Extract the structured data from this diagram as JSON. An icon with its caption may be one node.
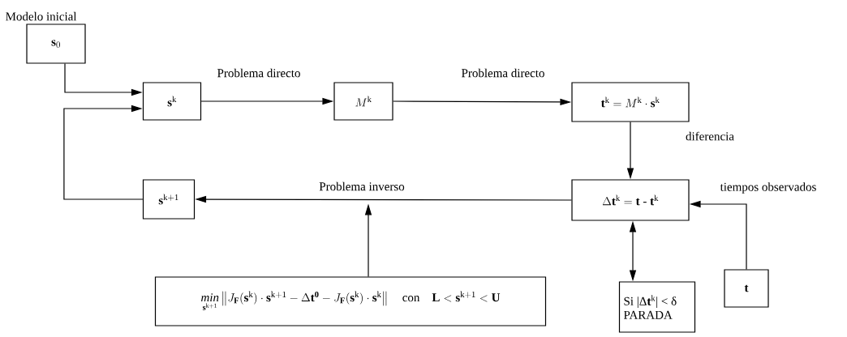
{
  "diagram": {
    "nodes": [
      {
        "text": [
          "Modelo inicial",
          "\\mathbf{s}_0"
        ]
      },
      {
        "text": [
          "\\mathbf{s}^{\\mathrm{k}}"
        ]
      },
      {
        "text": [
          "M^{\\mathrm{k}}"
        ]
      },
      {
        "text": [
          "\\mathbf{t}^{\\mathrm{k}} = M^{\\mathrm{k}}\\cdot\\mathbf{s}^{\\mathrm{k}}"
        ]
      },
      {
        "text": [
          "\\Delta\\mathbf{t}^{\\mathrm{k}} = \\mathbf{t}\\ \\text{-}\\ \\mathbf{t}^{\\mathrm{k}}"
        ]
      },
      {
        "text": [
          "\\mathbf{s}^{\\mathrm{k+1}}"
        ]
      },
      {
        "text": [
          "\\mathop{\\mathit{min}}\\limits_{\\mathbf{s}^{\\mathrm{k+1}}}\\left\\| J_{\\mathbf{F}}(\\mathbf{s}^{\\mathrm{k}})\\cdot\\mathbf{s}^{\\mathrm{k+1}} - \\Delta\\mathbf{t^{0}} - J_{\\mathbf{F}}(\\mathbf{s}^{\\mathrm{k}})\\cdot\\mathbf{s}^{\\mathrm{k}}\\right\\|\\quad\\mathrm{con}\\quad \\mathbf{L} < \\mathbf{s}^{\\mathrm{k+1}} < \\mathbf{U}"
        ]
      },
      {
        "text": [
          "Si |Δ**t**$^{k}$| < δ PARADA"
        ]
      },
      {
        "text": [
          "\\mathbf{t}"
        ]
      }
    ],
    "edges": [
      {
        "from": 0,
        "to": 1,
        "arrow": "to"
      },
      {
        "from": 1,
        "to": 2,
        "arrow": "to",
        "label": "Problema directo"
      },
      {
        "from": 2,
        "to": 3,
        "arrow": "to",
        "label": "Problema directo"
      },
      {
        "from": 3,
        "to": 4,
        "arrow": "to",
        "label": "diferencia"
      },
      {
        "from": 4,
        "to": 5,
        "arrow": "to",
        "label": "Problema inverso"
      },
      {
        "from": 5,
        "to": 1,
        "arrow": "to"
      },
      {
        "from": 8,
        "to": 4,
        "arrow": "to",
        "label": "tiempos observados"
      },
      {
        "from": 6,
        "to": null,
        "arrow": "to"
      },
      {
        "from": 4,
        "to": 7,
        "arrow": "both"
      }
    ]
  }
}
